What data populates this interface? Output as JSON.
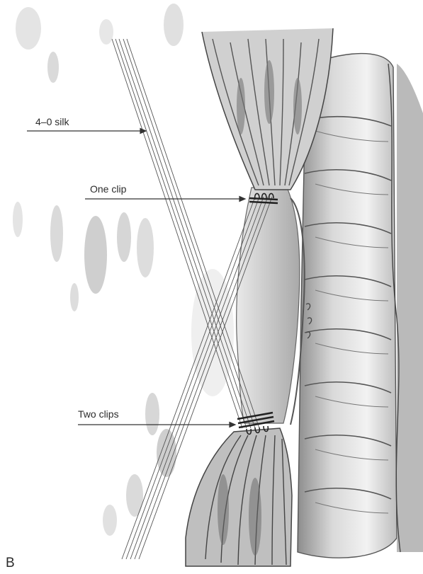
{
  "figure": {
    "panel_letter": "B",
    "labels": {
      "silk": "4–0 silk",
      "one_clip": "One clip",
      "two_clips": "Two clips"
    }
  },
  "colors": {
    "ink": "#2b2b2b",
    "wash": "#9a9a9a",
    "light_wash": "#d6d6d6",
    "background": "#ffffff"
  }
}
